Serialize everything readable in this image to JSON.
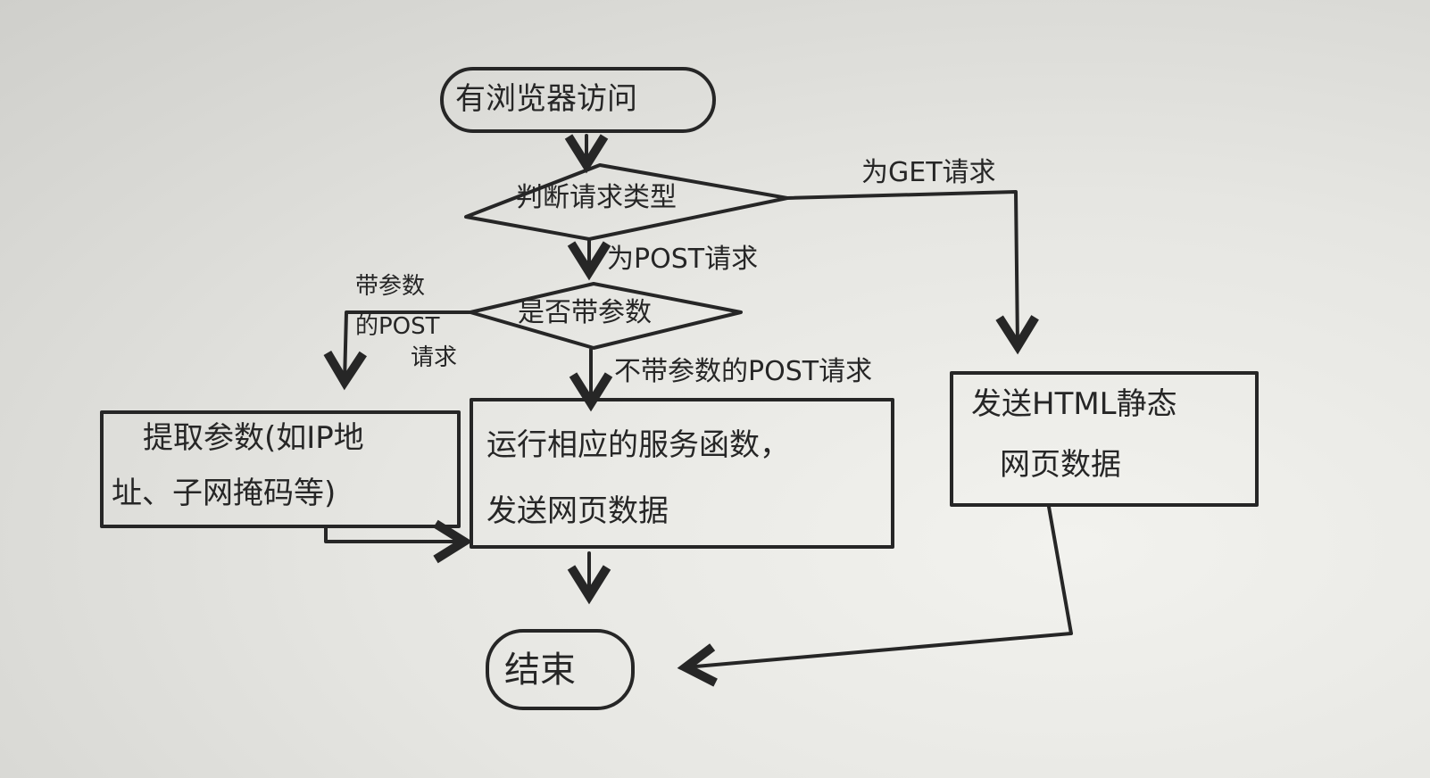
{
  "nodes": {
    "start": "有浏览器访问",
    "judge_type": "判断请求类型",
    "has_params": "是否带参数",
    "extract_params_line1": "提取参数(如IP地",
    "extract_params_line2": "址、子网掩码等)",
    "run_service_line1": "运行相应的服务函数，",
    "run_service_line2": "发送网页数据",
    "send_static_line1": "发送HTML静态",
    "send_static_line2": "网页数据",
    "end": "结束"
  },
  "edges": {
    "get": "为GET请求",
    "post": "为POST请求",
    "with_params_line1": "带参数",
    "with_params_line2": "的POST",
    "with_params_line3": "请求",
    "without_params": "不带参数的POST请求"
  },
  "colors": {
    "ink": "#262626",
    "paper": "#e6e6e2"
  }
}
